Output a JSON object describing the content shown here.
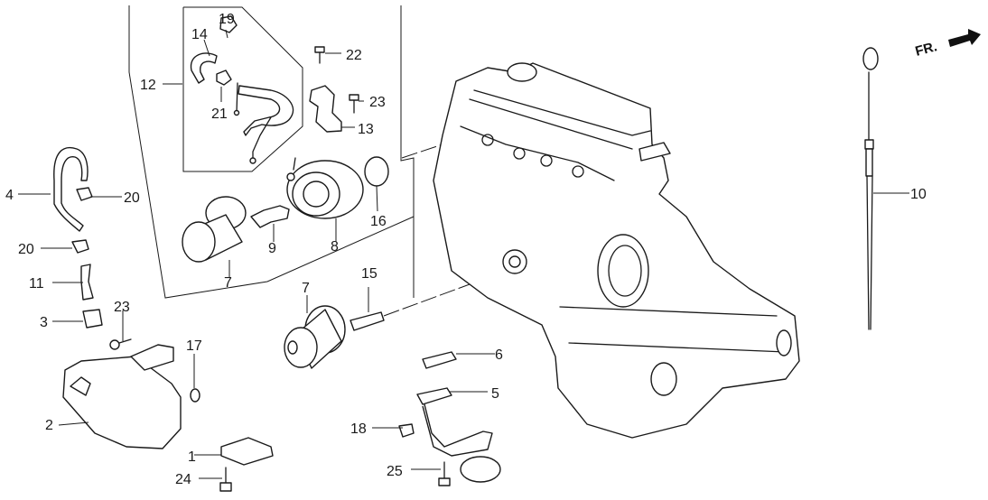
{
  "diagram": {
    "subject": "Engine oil filter / oil pump strainer / dipstick exploded parts view",
    "direction_indicator": {
      "text": "FR.",
      "icon": "arrow-right-icon"
    },
    "callouts": [
      {
        "id": "c1",
        "text": "1",
        "part": "bracket"
      },
      {
        "id": "c2",
        "text": "2",
        "part": "breather-chamber"
      },
      {
        "id": "c3",
        "text": "3",
        "part": "grommet"
      },
      {
        "id": "c4",
        "text": "4",
        "part": "breather-hose"
      },
      {
        "id": "c5",
        "text": "5",
        "part": "oil-strainer"
      },
      {
        "id": "c6",
        "text": "6",
        "part": "strainer-gasket"
      },
      {
        "id": "c7a",
        "text": "7",
        "part": "oil-filter"
      },
      {
        "id": "c7b",
        "text": "7",
        "part": "oil-filter"
      },
      {
        "id": "c8",
        "text": "8",
        "part": "oil-cooler"
      },
      {
        "id": "c9",
        "text": "9",
        "part": "center-bolt"
      },
      {
        "id": "c10",
        "text": "10",
        "part": "oil-dipstick"
      },
      {
        "id": "c11",
        "text": "11",
        "part": "joint"
      },
      {
        "id": "c12",
        "text": "12",
        "part": "water-hose-assembly"
      },
      {
        "id": "c13",
        "text": "13",
        "part": "hose-bracket"
      },
      {
        "id": "c14",
        "text": "14",
        "part": "hose"
      },
      {
        "id": "c15",
        "text": "15",
        "part": "filter-joint"
      },
      {
        "id": "c16",
        "text": "16",
        "part": "o-ring"
      },
      {
        "id": "c17",
        "text": "17",
        "part": "washer"
      },
      {
        "id": "c18",
        "text": "18",
        "part": "nut"
      },
      {
        "id": "c19",
        "text": "19",
        "part": "clip"
      },
      {
        "id": "c20a",
        "text": "20",
        "part": "clamp"
      },
      {
        "id": "c20b",
        "text": "20",
        "part": "clamp"
      },
      {
        "id": "c21",
        "text": "21",
        "part": "clip"
      },
      {
        "id": "c22",
        "text": "22",
        "part": "bolt"
      },
      {
        "id": "c23a",
        "text": "23",
        "part": "bolt"
      },
      {
        "id": "c23b",
        "text": "23",
        "part": "bolt"
      },
      {
        "id": "c24",
        "text": "24",
        "part": "bolt"
      },
      {
        "id": "c25",
        "text": "25",
        "part": "bolt"
      }
    ]
  }
}
